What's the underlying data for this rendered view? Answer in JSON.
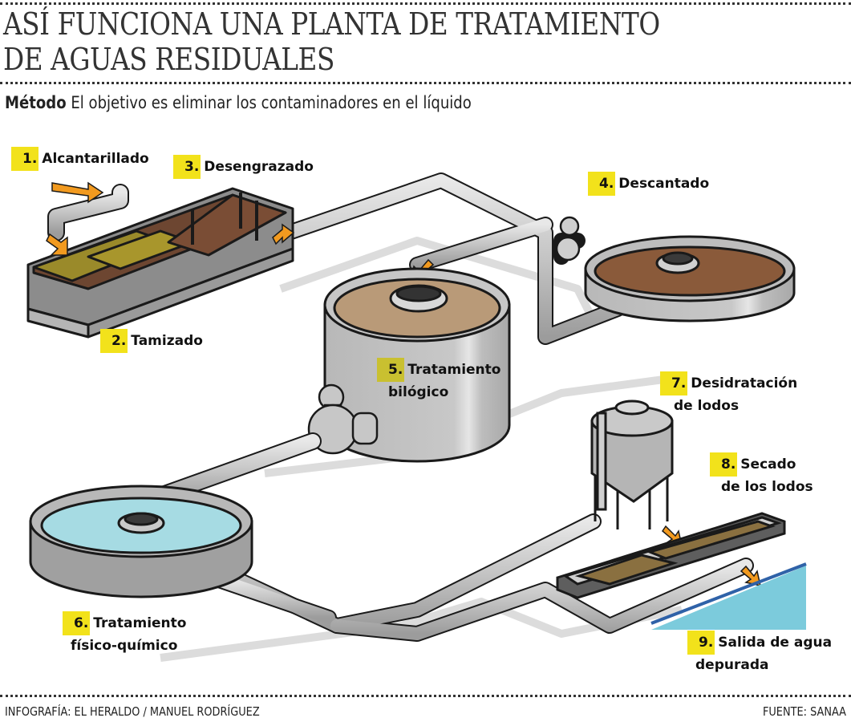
{
  "header": {
    "title_line1": "ASÍ FUNCIONA UNA PLANTA DE TRATAMIENTO",
    "title_line2": "DE AGUAS RESIDUALES",
    "subtitle_bold": "Método",
    "subtitle_text": " El objetivo es eliminar los contaminadores en el líquido"
  },
  "steps": [
    {
      "number": "1.",
      "line1": "Alcantarillado",
      "line2": ""
    },
    {
      "number": "2.",
      "line1": "Tamizado",
      "line2": ""
    },
    {
      "number": "3.",
      "line1": "Desengrazado",
      "line2": ""
    },
    {
      "number": "4.",
      "line1": "Descantado",
      "line2": ""
    },
    {
      "number": "5.",
      "line1": "Tratamiento",
      "line2": "bilógico"
    },
    {
      "number": "6.",
      "line1": "Tratamiento",
      "line2": "físico-químico"
    },
    {
      "number": "7.",
      "line1": "Desidratación",
      "line2": "de lodos"
    },
    {
      "number": "8.",
      "line1": "Secado",
      "line2": "de los lodos"
    },
    {
      "number": "9.",
      "line1": "Salida de agua",
      "line2": "depurada"
    }
  ],
  "footer": {
    "credit": "INFOGRAFÍA: EL HERALDO / MANUEL RODRÍGUEZ",
    "source": "FUENTE: SANAA"
  },
  "colors": {
    "label_highlight": "#f2e21b",
    "flow_arrow": "#f29a1f",
    "pipe": "#c9c9c9",
    "sludge": "#8a5a3a",
    "grease": "#9a8a2a",
    "clean_water": "#a6dbe3",
    "outlet_water": "#7ccbdc"
  }
}
